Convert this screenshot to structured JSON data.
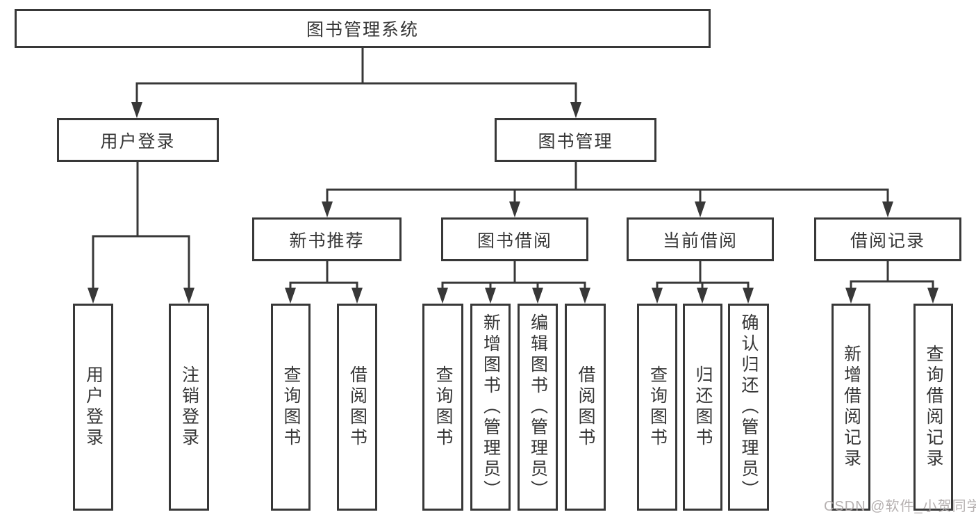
{
  "tree": {
    "root": {
      "label": "图书管理系统"
    },
    "children": [
      {
        "label": "用户登录",
        "children": [
          {
            "label": "用户登录"
          },
          {
            "label": "注销登录"
          }
        ]
      },
      {
        "label": "图书管理",
        "children": [
          {
            "label": "新书推荐",
            "children": [
              {
                "label": "查询图书"
              },
              {
                "label": "借阅图书"
              }
            ]
          },
          {
            "label": "图书借阅",
            "children": [
              {
                "label": "查询图书"
              },
              {
                "label": "新增图书（管理员）"
              },
              {
                "label": "编辑图书（管理员）"
              },
              {
                "label": "借阅图书"
              }
            ]
          },
          {
            "label": "当前借阅",
            "children": [
              {
                "label": "查询图书"
              },
              {
                "label": "归还图书"
              },
              {
                "label": "确认归还（管理员）"
              }
            ]
          },
          {
            "label": "借阅记录",
            "children": [
              {
                "label": "新增借阅记录"
              },
              {
                "label": "查询借阅记录"
              }
            ]
          }
        ]
      }
    ]
  },
  "watermark": {
    "text": "CSDN @软件_小贺同学"
  },
  "colors": {
    "line": "#383838",
    "box_bg": "#ffffff",
    "text": "#363636",
    "watermark": "#afa9a9"
  }
}
